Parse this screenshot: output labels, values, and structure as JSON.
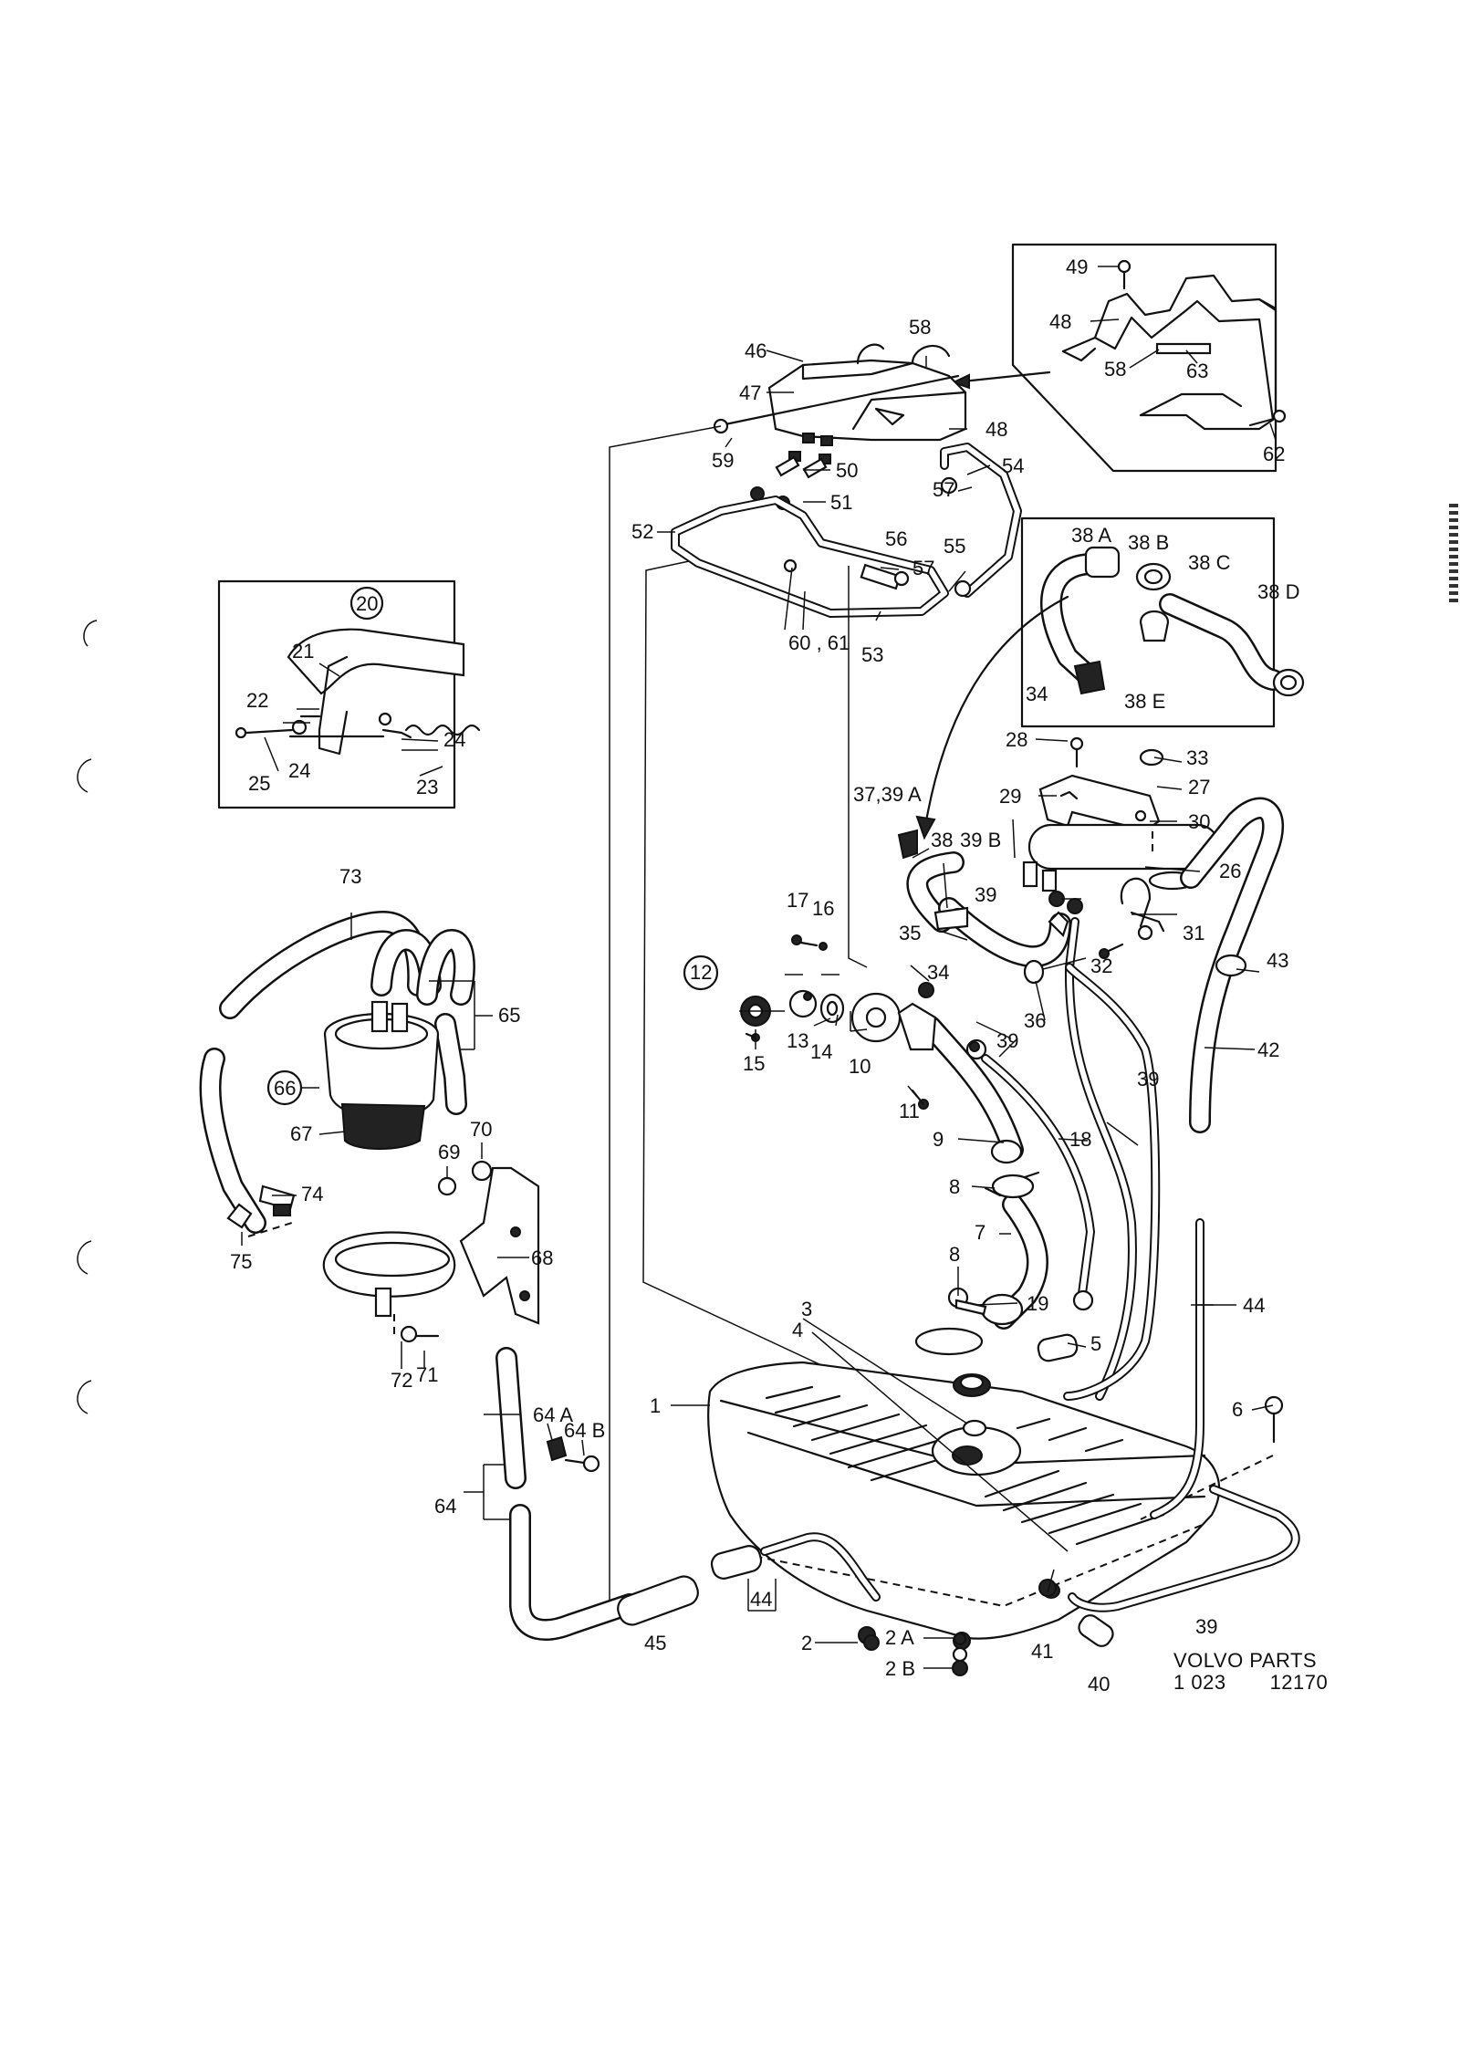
{
  "labels": {
    "l1": "1",
    "l2": "2",
    "l2a": "2 A",
    "l2b": "2 B",
    "l3": "3",
    "l4": "4",
    "l5": "5",
    "l6": "6",
    "l7": "7",
    "l8a": "8",
    "l8b": "8",
    "l9": "9",
    "l10": "10",
    "l11": "11",
    "l12": "12",
    "l13": "13",
    "l14": "14",
    "l15": "15",
    "l16": "16",
    "l17": "17",
    "l18": "18",
    "l19": "19",
    "l20": "20",
    "l21": "21",
    "l22": "22",
    "l23": "23",
    "l24a": "24",
    "l24b": "24",
    "l25": "25",
    "l26": "26",
    "l27": "27",
    "l28": "28",
    "l29": "29",
    "l30": "30",
    "l31": "31",
    "l32": "32",
    "l33": "33",
    "l34a": "34",
    "l34b": "34",
    "l35": "35",
    "l36": "36",
    "l37": "37,39 A",
    "l38": "38",
    "l39b": "39 B",
    "l38a": "38 A",
    "l38b": "38 B",
    "l38c": "38 C",
    "l38d": "38 D",
    "l38e": "38 E",
    "l39a": "39",
    "l39c": "39",
    "l39d": "39",
    "l39e": "39",
    "l40": "40",
    "l41": "41",
    "l42": "42",
    "l43": "43",
    "l44a": "44",
    "l44b": "44",
    "l45": "45",
    "l46": "46",
    "l47": "47",
    "l48a": "48",
    "l48b": "48",
    "l49": "49",
    "l50": "50",
    "l51": "51",
    "l52": "52",
    "l53": "53",
    "l54": "54",
    "l55": "55",
    "l56": "56",
    "l57a": "57",
    "l57b": "57",
    "l58a": "58",
    "l58b": "58",
    "l59": "59",
    "l60": "60 , 61",
    "l62": "62",
    "l63": "63",
    "l64": "64",
    "l64a": "64 A",
    "l64b": "64 B",
    "l65": "65",
    "l66": "66",
    "l67": "67",
    "l68": "68",
    "l69": "69",
    "l70": "70",
    "l71": "71",
    "l72": "72",
    "l73": "73",
    "l74": "74",
    "l75": "75"
  },
  "footer": {
    "brand": "VOLVO  PARTS",
    "page_ref": "1 023",
    "diagram_no": "12170"
  }
}
